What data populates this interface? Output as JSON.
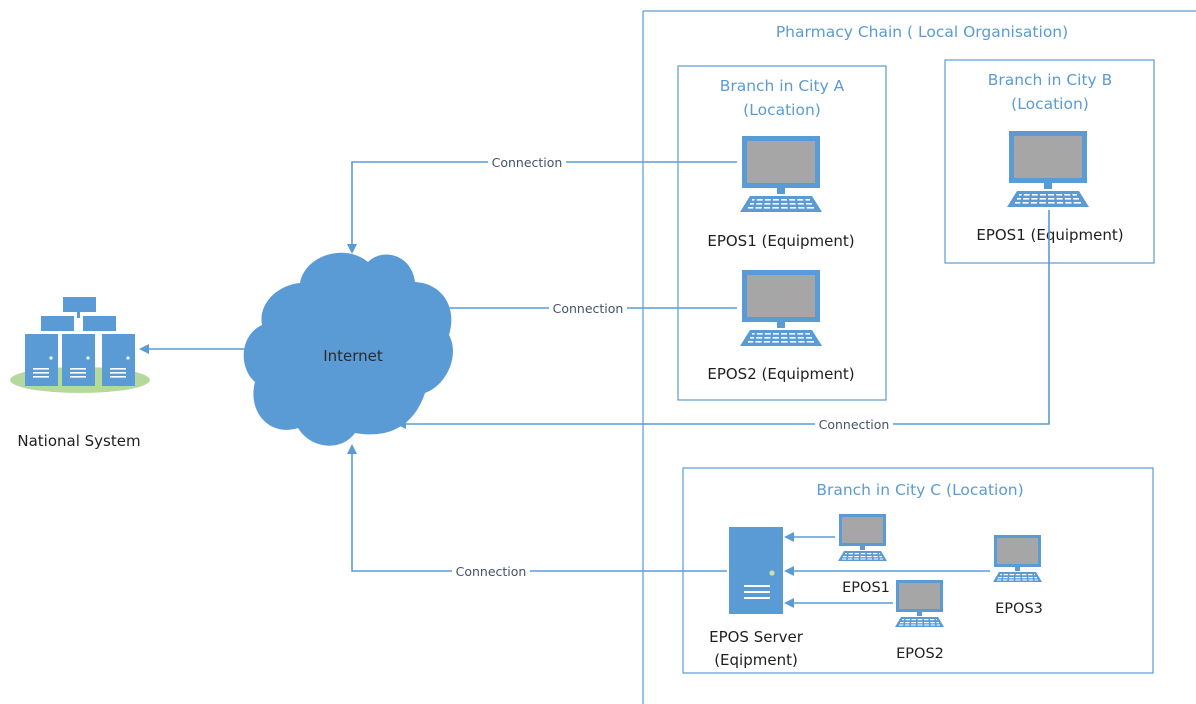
{
  "diagram": {
    "organisation_label": "Pharmacy Chain ( Local Organisation)",
    "national_system_label": "National System",
    "internet_label": "Internet",
    "branch_a": {
      "title_line1": "Branch in City A",
      "title_line2": "(Location)",
      "epos1_label": "EPOS1 (Equipment)",
      "epos2_label": "EPOS2 (Equipment)"
    },
    "branch_b": {
      "title_line1": "Branch in City B",
      "title_line2": "(Location)",
      "epos1_label": "EPOS1 (Equipment)"
    },
    "branch_c": {
      "title": "Branch in City C (Location)",
      "server_line1": "EPOS Server",
      "server_line2": "(Eqipment)",
      "epos1_label": "EPOS1",
      "epos2_label": "EPOS2",
      "epos3_label": "EPOS3"
    },
    "connections": {
      "a_epos1": "Connection",
      "a_epos2": "Connection",
      "b_epos1": "Connection",
      "c_server": "Connection"
    },
    "colors": {
      "accent": "#5b9bd5",
      "cloud": "#5b9bd5",
      "screen": "#a6a6a6",
      "base": "#b5d99c"
    }
  }
}
